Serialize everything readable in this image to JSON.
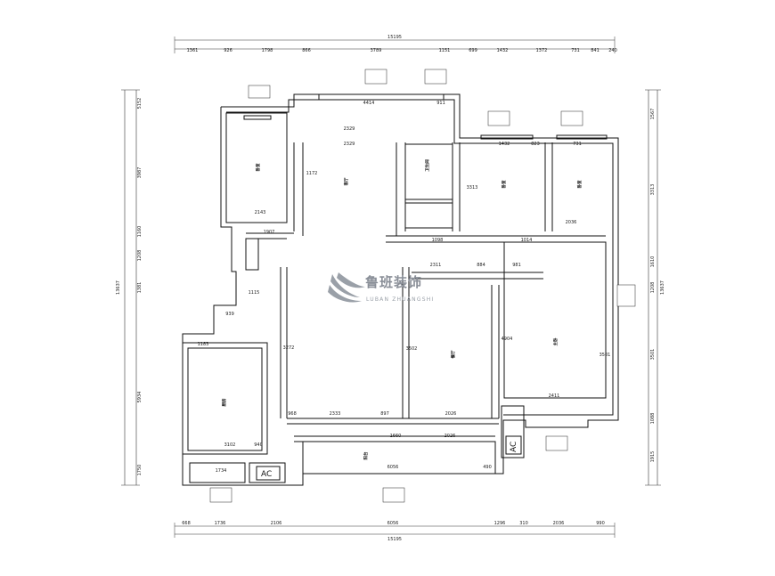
{
  "plan": {
    "top_total": "15195",
    "bottom_total": "15195",
    "left_total": "13637",
    "right_total": "13637",
    "top_dims": [
      "1361",
      "926",
      "1798",
      "866",
      "3789",
      "1151",
      "699",
      "1432",
      "1372",
      "731",
      "841",
      "240"
    ],
    "bottom_dims": [
      "668",
      "1736",
      "2106",
      "6056",
      "1296",
      "310",
      "2036",
      "990"
    ],
    "left_dims": [
      "5152",
      "3987",
      "1160",
      "1208",
      "1381",
      "5934",
      "1750"
    ],
    "right_dims": [
      "1567",
      "3313",
      "1610",
      "1208",
      "3501",
      "1088",
      "1915"
    ],
    "inner_dims": [
      "4414",
      "2329",
      "911",
      "2329",
      "1432",
      "823",
      "731",
      "3313",
      "1172",
      "2143",
      "1907",
      "2311",
      "1098",
      "1014",
      "884",
      "981",
      "968",
      "2333",
      "897",
      "2026",
      "2036",
      "2411",
      "3102",
      "940",
      "1734",
      "6056",
      "3272",
      "3502",
      "3501",
      "4904",
      "1183",
      "939",
      "1115",
      "1660",
      "2026",
      "490"
    ],
    "room_labels": [
      "卧室",
      "客厅",
      "卫生间",
      "卧室",
      "卧室",
      "餐厅",
      "主卧",
      "厨房",
      "阳台"
    ],
    "ac_label": "AC",
    "ac_label_2": "AC"
  },
  "watermark": {
    "brand": "鲁班装饰",
    "brand_en": "LUBAN ZHUANGSHI",
    "color": "#8a8f98"
  }
}
